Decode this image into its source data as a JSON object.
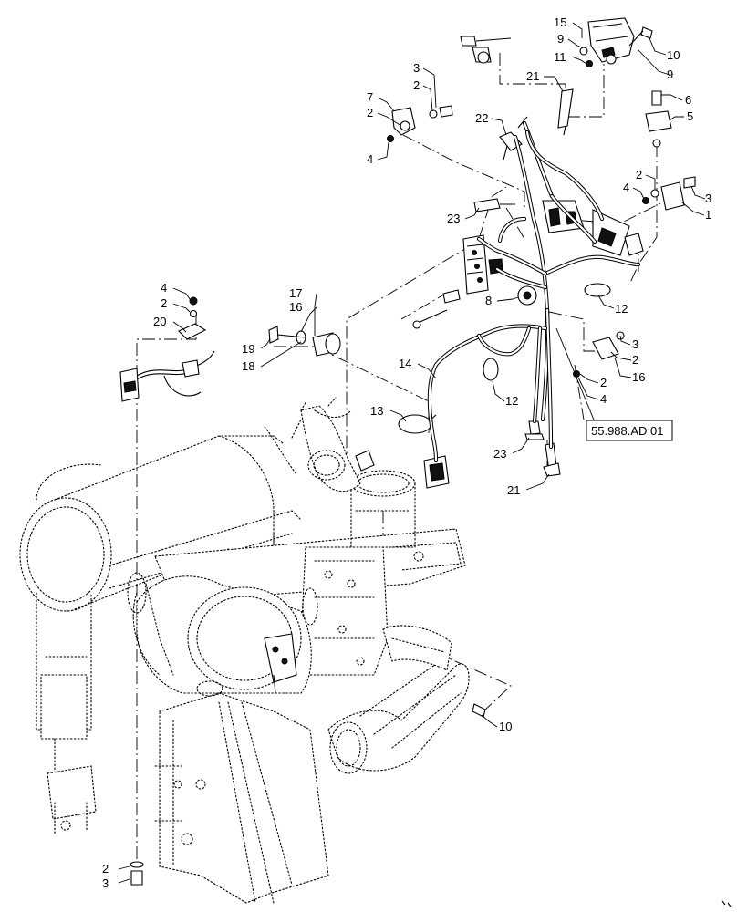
{
  "callouts": [
    {
      "id": "c15",
      "label": "15"
    },
    {
      "id": "c10a",
      "label": "10"
    },
    {
      "id": "c9a",
      "label": "9"
    },
    {
      "id": "c9b",
      "label": "9"
    },
    {
      "id": "c11",
      "label": "11"
    },
    {
      "id": "c21a",
      "label": "21"
    },
    {
      "id": "c3a",
      "label": "3"
    },
    {
      "id": "c2a",
      "label": "2"
    },
    {
      "id": "c7",
      "label": "7"
    },
    {
      "id": "c2b",
      "label": "2"
    },
    {
      "id": "c4a",
      "label": "4"
    },
    {
      "id": "c22",
      "label": "22"
    },
    {
      "id": "c6",
      "label": "6"
    },
    {
      "id": "c5",
      "label": "5"
    },
    {
      "id": "c2c",
      "label": "2"
    },
    {
      "id": "c4b",
      "label": "4"
    },
    {
      "id": "c3b",
      "label": "3"
    },
    {
      "id": "c1",
      "label": "1"
    },
    {
      "id": "c23a",
      "label": "23"
    },
    {
      "id": "c4c",
      "label": "4"
    },
    {
      "id": "c2d",
      "label": "2"
    },
    {
      "id": "c20",
      "label": "20"
    },
    {
      "id": "c17",
      "label": "17"
    },
    {
      "id": "c16a",
      "label": "16"
    },
    {
      "id": "c8",
      "label": "8"
    },
    {
      "id": "c12a",
      "label": "12"
    },
    {
      "id": "c19",
      "label": "19"
    },
    {
      "id": "c18",
      "label": "18"
    },
    {
      "id": "c14",
      "label": "14"
    },
    {
      "id": "c3c",
      "label": "3"
    },
    {
      "id": "c2e",
      "label": "2"
    },
    {
      "id": "c16b",
      "label": "16"
    },
    {
      "id": "c2f",
      "label": "2"
    },
    {
      "id": "c4d",
      "label": "4"
    },
    {
      "id": "c12b",
      "label": "12"
    },
    {
      "id": "c13",
      "label": "13"
    },
    {
      "id": "c23b",
      "label": "23"
    },
    {
      "id": "c21b",
      "label": "21"
    },
    {
      "id": "c10b",
      "label": "10"
    },
    {
      "id": "c2g",
      "label": "2"
    },
    {
      "id": "c3d",
      "label": "3"
    }
  ],
  "reference": {
    "label": "55.988.AD 01"
  }
}
